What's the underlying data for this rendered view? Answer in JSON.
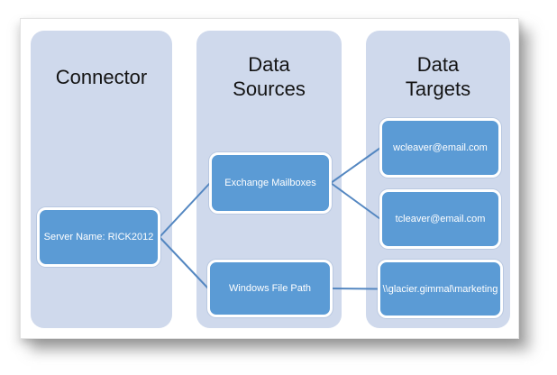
{
  "diagram": {
    "columns": [
      {
        "id": "connector",
        "title": "Connector",
        "nodes": [
          {
            "id": "rick",
            "label": "Server Name: RICK2012"
          }
        ]
      },
      {
        "id": "data_sources",
        "title": "Data Sources",
        "nodes": [
          {
            "id": "exchange",
            "label": "Exchange Mailboxes"
          },
          {
            "id": "winpath",
            "label": "Windows File Path"
          }
        ]
      },
      {
        "id": "data_targets",
        "title": "Data Targets",
        "nodes": [
          {
            "id": "wcleaver",
            "label": "wcleaver@email.com"
          },
          {
            "id": "tcleaver",
            "label": "tcleaver@email.com"
          },
          {
            "id": "glacier",
            "label": "\\\\glacier.gimmal\\marketing"
          }
        ]
      }
    ],
    "edges": [
      {
        "from": "rick",
        "to": "exchange"
      },
      {
        "from": "rick",
        "to": "winpath"
      },
      {
        "from": "exchange",
        "to": "wcleaver"
      },
      {
        "from": "exchange",
        "to": "tcleaver"
      },
      {
        "from": "winpath",
        "to": "glacier"
      }
    ],
    "colors": {
      "column_bg": "#CFD9EC",
      "node_bg": "#5B9BD5",
      "node_border": "#FFFFFF",
      "node_text": "#FFFFFF",
      "connector_line": "#5487C1",
      "heading_text": "#141414"
    }
  }
}
